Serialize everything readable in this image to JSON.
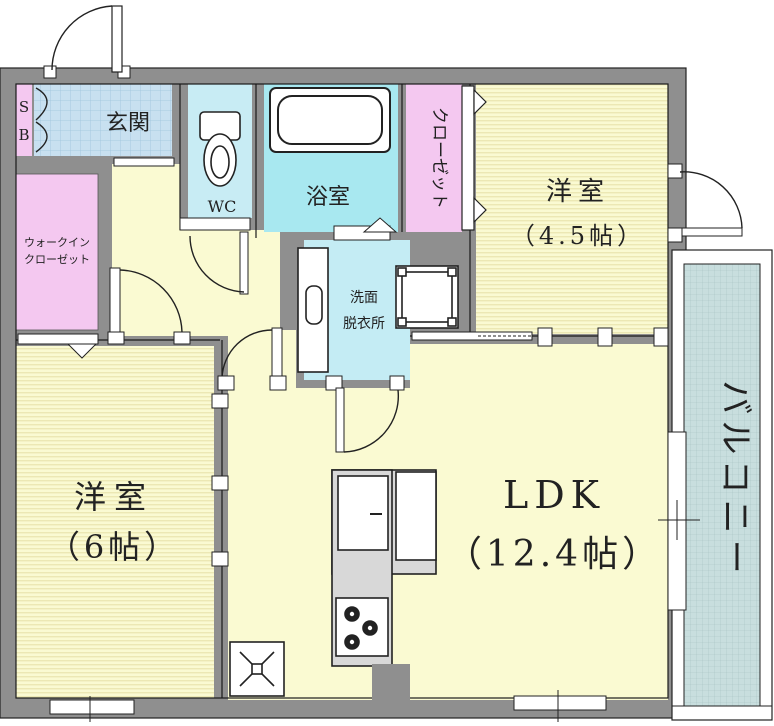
{
  "rooms": {
    "sb": "S\nB",
    "entrance": "玄関",
    "wc": "WC",
    "bath": "浴室",
    "closet": "クローゼット",
    "walkin_closet": "ウォークイン\nクローゼット",
    "washroom": "洗面\n脱衣所",
    "western_small": {
      "name": "洋室",
      "size": "（4.5帖）"
    },
    "western_large": {
      "name": "洋室",
      "size": "（6帖）"
    },
    "ldk": {
      "name": "LDK",
      "size": "（12.4帖）"
    },
    "balcony": "バルコニー"
  },
  "colors": {
    "wall": "#8a8a8a",
    "wall_dark": "#1a1a1a",
    "floor_yellow": "#fafad2",
    "floor_stripe": "#f0edbc",
    "entrance_blue": "#c8e0f0",
    "wc_blue": "#c8ecf4",
    "bath_cyan": "#a8e8f0",
    "washroom_cyan": "#c4ecf4",
    "closet_pink": "#f4c8f0",
    "balcony_gray": "#c4dcdc",
    "kitchen_gray": "#d8d8d8"
  }
}
